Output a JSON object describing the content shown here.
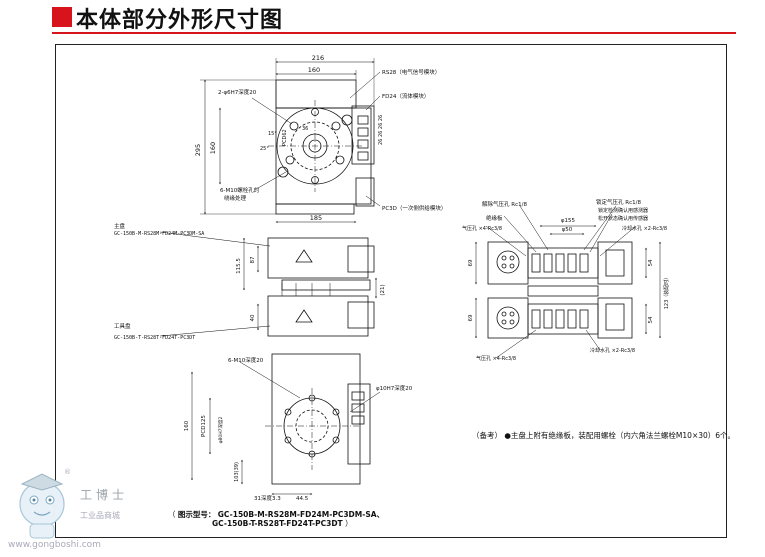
{
  "title": "本体部分外形尺寸图",
  "accent_color": "#d7141b",
  "top_view": {
    "dims": {
      "overall_width": "216",
      "inner_width": "160",
      "height": "295",
      "pcd_height": "160",
      "bottom_width": "185"
    },
    "labels": {
      "rs28": "RS28（电气信号模块）",
      "fd24": "FD24（流体模块）",
      "hole": "2-φ6H7深度20",
      "m10": "6-M10螺栓孔的",
      "m10b": "绕缘处理",
      "pcd": "PCD62",
      "ang15": "15°",
      "ang25": "25°",
      "pc3d": "PC3D（一次侧供给模块）",
      "pitch": "26  26  26  26",
      "hex": "36"
    }
  },
  "front_view": {
    "main_label_1": "主盘",
    "main_label_2": "GC-150B-M-RS28M-FD24M-PC3DM-SA",
    "tool_label_1": "工具盘",
    "tool_label_2": "GC-150B-T-RS28T-FD24T-PC3DT",
    "dims": {
      "d115": "115.5",
      "d87": "87",
      "d40": "40",
      "d21": "(21)"
    }
  },
  "bottom_view": {
    "labels": {
      "m10": "6-M10深度20",
      "pin": "φ10H7深度20",
      "pcd": "PCD125",
      "pin2": "φ80H7深度2",
      "h": "160",
      "d313": "31深度3.3",
      "d445": "44.5",
      "d103": "103(39)"
    }
  },
  "side_view": {
    "labels": {
      "air_lock": "解除气压孔  Rc1/8",
      "lock_air": "锁定气压孔  Rc1/8",
      "insul": "绝缘板",
      "confirm": "锁定检测确认用感测器",
      "confirm2": "松开状态确认用传感器",
      "air4": "气压孔  ×4-Rc3/8",
      "cool2": "冷却水孔  ×2-Rc3/8",
      "d155": "φ155",
      "d50": "φ50",
      "d69": "69",
      "d54": "54",
      "d123": "123（装配时）",
      "d69b": "69",
      "d54b": "54",
      "air4b": "气压孔  ×4-Rc3/8",
      "cool2b": "冷却水孔  ×2-Rc3/8"
    }
  },
  "note": {
    "prefix": "（备考）",
    "text": "●主盘上附有绝缘板，装配用螺栓（内六角法兰螺栓M10×30）6个。"
  },
  "model": {
    "prefix": "（",
    "label": "图示型号：",
    "line1": "GC-150B-M-RS28M-FD24M-PC3DM-SA、",
    "line2": "GC-150B-T-RS28T-FD24T-PC3DT",
    "suffix": "）"
  },
  "watermark": {
    "name": "工博士",
    "sub": "工业品商城",
    "url": "www.gongboshi.com",
    "reg": "®"
  }
}
